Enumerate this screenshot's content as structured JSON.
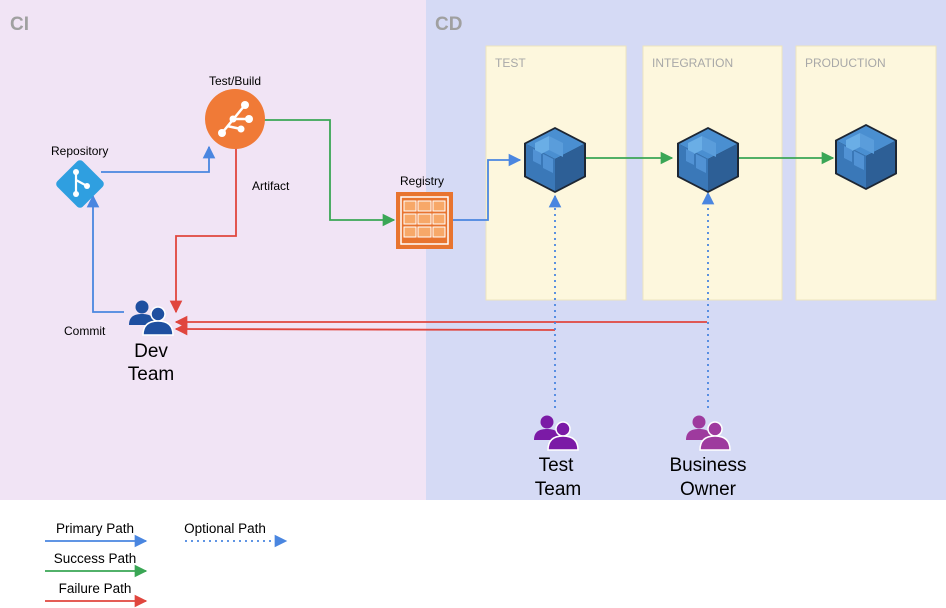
{
  "regions": {
    "ci": {
      "label": "CI",
      "color": "#f1e4f5"
    },
    "cd": {
      "label": "CD",
      "color": "#d5daf5"
    }
  },
  "environments": [
    {
      "id": "test",
      "label": "TEST"
    },
    {
      "id": "integration",
      "label": "INTEGRATION"
    },
    {
      "id": "production",
      "label": "PRODUCTION"
    }
  ],
  "nodes": {
    "repository": "Repository",
    "test_build": "Test/Build",
    "artifact": "Artifact",
    "registry": "Registry",
    "commit": "Commit"
  },
  "teams": {
    "dev": {
      "line1": "Dev",
      "line2": "Team",
      "color": "#1e4fa0"
    },
    "test": {
      "line1": "Test",
      "line2": "Team",
      "color": "#7b1aa6"
    },
    "business": {
      "line1": "Business",
      "line2": "Owner",
      "color": "#9e3a9e"
    }
  },
  "legend": {
    "primary": "Primary Path",
    "success": "Success Path",
    "failure": "Failure Path",
    "optional": "Optional Path"
  },
  "colors": {
    "primary": "#4a86e0",
    "success": "#3aa655",
    "failure": "#e0463e",
    "optional": "#4a86e0",
    "git": "#2f9fe0",
    "build": "#f07a37",
    "registry": "#f07a37",
    "container": "#3d7bbf",
    "env_box": "#fdf7dd"
  },
  "icons": {
    "repository": "git-icon",
    "test_build": "build-icon",
    "registry": "registry-icon",
    "container": "container-icon",
    "team": "people-icon"
  }
}
